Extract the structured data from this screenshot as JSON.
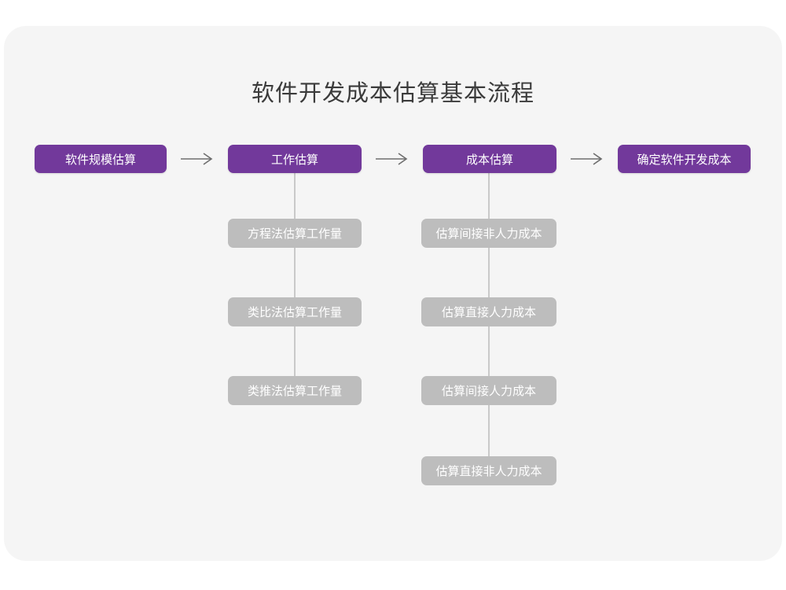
{
  "page": {
    "title": "软件开发成本估算基本流程",
    "card_bg": "#f5f5f5",
    "accent": "#72399b",
    "sub_color": "#bdbdbd",
    "connector_color": "#c9c9c9"
  },
  "flow": {
    "stages": [
      {
        "label": "软件规模估算",
        "substeps": []
      },
      {
        "label": "工作估算",
        "substeps": [
          {
            "label": "方程法估算工作量"
          },
          {
            "label": "类比法估算工作量"
          },
          {
            "label": "类推法估算工作量"
          }
        ]
      },
      {
        "label": "成本估算",
        "substeps": [
          {
            "label": "估算间接非人力成本"
          },
          {
            "label": "估算直接人力成本"
          },
          {
            "label": "估算间接人力成本"
          },
          {
            "label": "估算直接非人力成本"
          }
        ]
      },
      {
        "label": "确定软件开发成本",
        "substeps": []
      }
    ],
    "arrows": [
      {
        "glyph": "arrow-right-icon"
      },
      {
        "glyph": "arrow-right-icon"
      },
      {
        "glyph": "arrow-right-icon"
      }
    ]
  }
}
